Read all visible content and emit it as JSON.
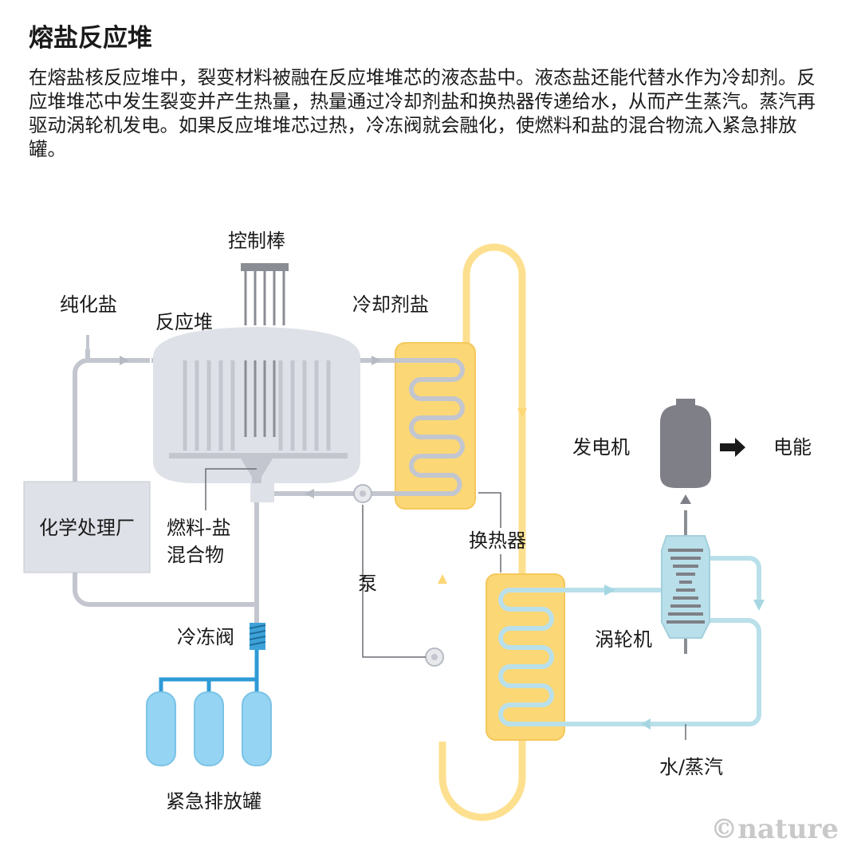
{
  "title": "熔盐反应堆",
  "description": "在熔盐核反应堆中，裂变材料被融在反应堆堆芯的液态盐中。液态盐还能代替水作为冷却剂。反应堆堆芯中发生裂变并产生热量，热量通过冷却剂盐和换热器传递给水，从而产生蒸汽。蒸汽再驱动涡轮机发电。如果反应堆堆芯过热，冷冻阀就会融化，使燃料和盐的混合物流入紧急排放罐。",
  "labels": {
    "control_rods": "控制棒",
    "purified_salt": "纯化盐",
    "reactor": "反应堆",
    "coolant_salt": "冷却剂盐",
    "chemical_plant": "化学处理厂",
    "fuel_salt_line1": "燃料-盐",
    "fuel_salt_line2": "混合物",
    "heat_exchanger": "换热器",
    "pump": "泵",
    "freeze_valve": "冷冻阀",
    "drain_tanks": "紧急排放罐",
    "generator": "发电机",
    "electricity": "电能",
    "turbine": "涡轮机",
    "water_steam": "水/蒸汽"
  },
  "brand": "©nature",
  "colors": {
    "reactor_gray": "#dfe1e8",
    "pipe_gray": "#c3c6cf",
    "coolant_yellow": "#fde08f",
    "exchanger_fill": "#fbd776",
    "water_blue": "#b9e0ea",
    "tank_blue": "#95d4f3",
    "drain_pipe": "#2e9bd6",
    "generator_gray": "#7f8087"
  }
}
